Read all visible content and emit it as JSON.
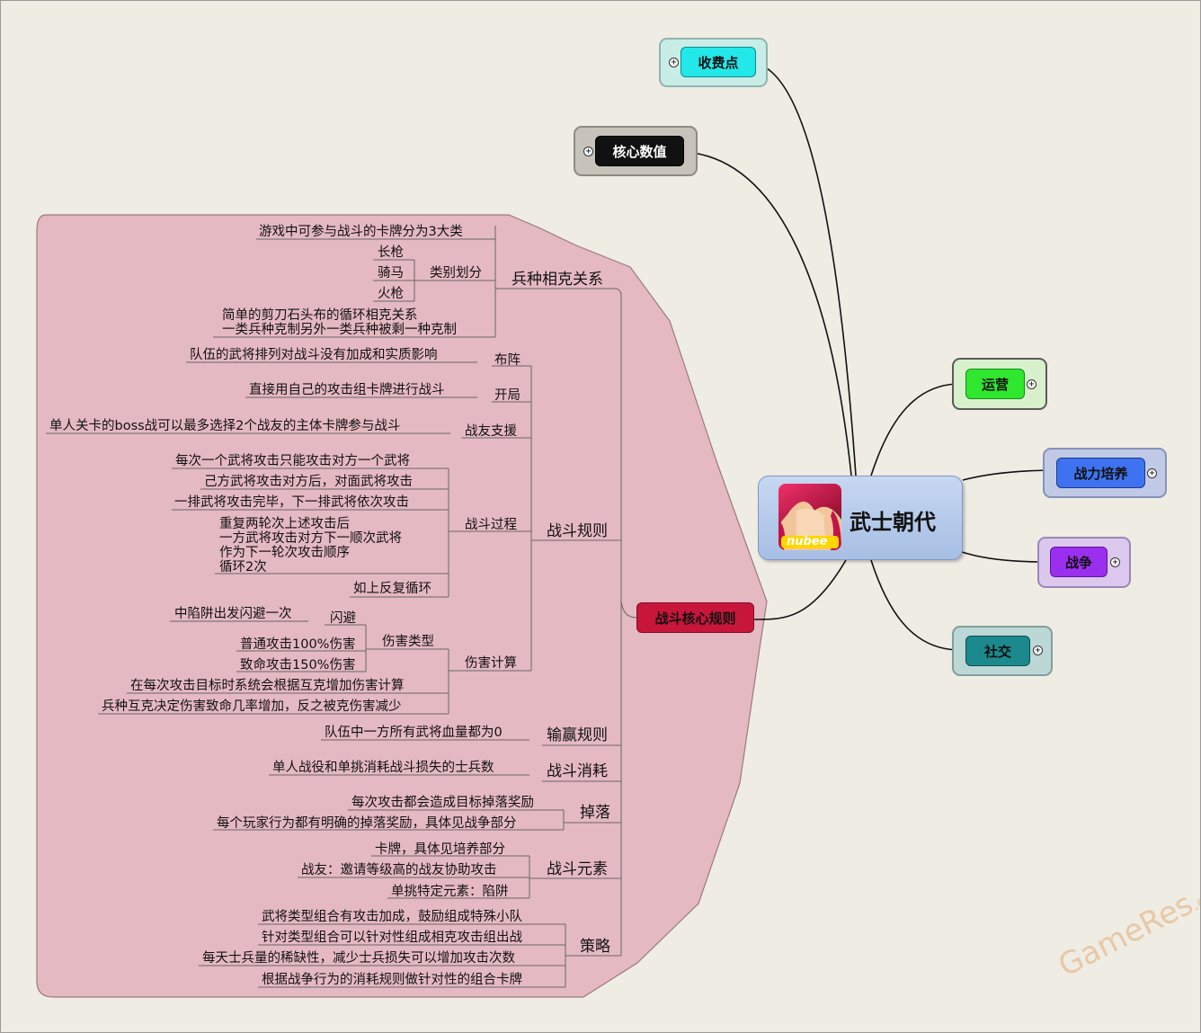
{
  "colors": {
    "background": "#efece4",
    "group_fill": "#e5b9c1",
    "focus_node": "#c8163a",
    "fee_node": "#22e8ea",
    "core_values_node": "#111111",
    "operations_node": "#2ee72e",
    "combat_power_node": "#3f72f0",
    "war_node": "#9b2ff0",
    "social_node": "#1c8a8c"
  },
  "root": {
    "title": "武士朝代",
    "app_icon": "nubee-app-icon",
    "logo_text": "nubee"
  },
  "top_branches": {
    "fee_points": "收费点",
    "core_values": "核心数值",
    "operations": "运营",
    "combat_power": "战力培养",
    "war": "战争",
    "social": "社交",
    "battle_core_rules": "战斗核心规则"
  },
  "expand_icon_glyph": "+",
  "battle": {
    "unit_counter": {
      "label": "兵种相克关系",
      "card_types": "游戏中可参与战斗的卡牌分为3大类",
      "category_label": "类别划分",
      "categories": [
        "长枪",
        "骑马",
        "火枪"
      ],
      "rps_cycle": "简单的剪刀石头布的循环相克关系\n一类兵种克制另外一类兵种被剩一种克制"
    },
    "rules": {
      "label": "战斗规则",
      "formation": {
        "label": "布阵",
        "desc": "队伍的武将排列对战斗没有加成和实质影响"
      },
      "opening": {
        "label": "开局",
        "desc": "直接用自己的攻击组卡牌进行战斗"
      },
      "ally_support": {
        "label": "战友支援",
        "desc": "单人关卡的boss战可以最多选择2个战友的主体卡牌参与战斗"
      },
      "process": {
        "label": "战斗过程",
        "steps": [
          "每次一个武将攻击只能攻击对方一个武将",
          "己方武将攻击对方后，对面武将攻击",
          "一排武将攻击完毕，下一排武将依次攻击",
          "重复两轮次上述攻击后\n一方武将攻击对方下一顺次武将\n作为下一轮次攻击顺序\n循环2次",
          "如上反复循环"
        ]
      },
      "damage": {
        "label": "伤害计算",
        "dodge_label": "闪避",
        "dodge_desc": "中陷阱出发闪避一次",
        "types_label": "伤害类型",
        "types": [
          "普通攻击100%伤害",
          "致命攻击150%伤害"
        ],
        "notes": [
          "在每次攻击目标时系统会根据互克增加伤害计算",
          "兵种互克决定伤害致命几率增加，反之被克伤害减少"
        ]
      }
    },
    "win_loss": {
      "label": "输赢规则",
      "desc": "队伍中一方所有武将血量都为0"
    },
    "consumption": {
      "label": "战斗消耗",
      "desc": "单人战役和单挑消耗战斗损失的士兵数"
    },
    "drops": {
      "label": "掉落",
      "items": [
        "每次攻击都会造成目标掉落奖励",
        "每个玩家行为都有明确的掉落奖励，具体见战争部分"
      ]
    },
    "elements": {
      "label": "战斗元素",
      "items": [
        "卡牌，具体见培养部分",
        "战友：邀请等级高的战友协助攻击",
        "单挑特定元素：陷阱"
      ]
    },
    "strategy": {
      "label": "策略",
      "items": [
        "武将类型组合有攻击加成，鼓励组成特殊小队",
        "针对类型组合可以针对性组成相克攻击组出战",
        "每天士兵量的稀缺性，减少士兵损失可以增加攻击次数",
        "根据战争行为的消耗规则做针对性的组合卡牌"
      ]
    }
  },
  "watermark": {
    "text": "GameRes",
    "suffix": ".com"
  }
}
